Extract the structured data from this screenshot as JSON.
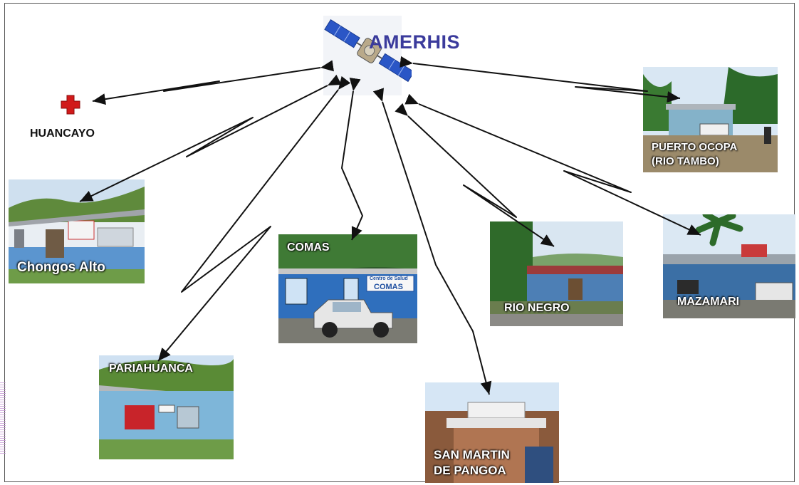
{
  "hub": {
    "name": "AMERHIS",
    "icon": "satellite-icon"
  },
  "hospital": {
    "name": "HUANCAYO",
    "icon": "red-cross-icon",
    "color": "#d11a1a"
  },
  "sites": {
    "chongos": {
      "label": "Chongos Alto"
    },
    "comas": {
      "label": "COMAS",
      "sign_title": "Centro de Salud",
      "sign_name": "COMAS"
    },
    "pariahuanca": {
      "label": "PARIAHUANCA"
    },
    "sanmartin": {
      "label_line1": "SAN MARTIN",
      "label_line2": "DE PANGOA"
    },
    "rionegro": {
      "label": "RIO NEGRO"
    },
    "mazamari": {
      "label": "MAZAMARI"
    },
    "puerto": {
      "label_line1": "PUERTO OCOPA",
      "label_line2": "(RIO TAMBO)"
    }
  },
  "colors": {
    "hub_text": "#3b3b9c",
    "link": "#111111",
    "panel": "#2a56c6"
  }
}
